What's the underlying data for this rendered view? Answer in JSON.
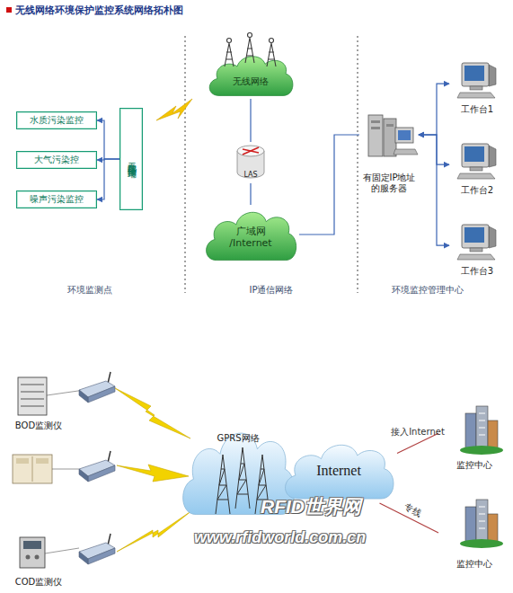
{
  "diagram": {
    "title": "无线网络环境保护监控系统网络拓朴图",
    "nodes": [
      {
        "text": [
          "水质污染监控"
        ]
      },
      {
        "text": [
          "大气污染控"
        ]
      },
      {
        "text": [
          "噪声污染监控"
        ]
      },
      {
        "text": [
          "无线数据传输终端"
        ]
      },
      {
        "text": [
          "无线网络"
        ]
      },
      {
        "text": [
          "LAS"
        ]
      },
      {
        "text": [
          "广域网 /Internet"
        ]
      },
      {
        "text": [
          "有固定IP地址 的服务器"
        ]
      },
      {
        "text": [
          "工作台1"
        ]
      },
      {
        "text": [
          "工作台2"
        ]
      },
      {
        "text": [
          "工作台3"
        ]
      },
      {
        "text": [
          "BOD监测仪"
        ]
      },
      {
        "text": [
          "COD监测仪"
        ]
      },
      {
        "text": [
          "GPRS网络"
        ]
      },
      {
        "text": [
          "Internet"
        ]
      },
      {
        "text": [
          "监控中心"
        ]
      },
      {
        "text": [
          "监控中心"
        ]
      }
    ],
    "edges": [
      {
        "from": 3,
        "to": 0,
        "arrow": "to"
      },
      {
        "from": 3,
        "to": 1,
        "arrow": "to"
      },
      {
        "from": 3,
        "to": 2,
        "arrow": "to"
      },
      {
        "from": 4,
        "to": 5,
        "arrow": "none"
      },
      {
        "from": 5,
        "to": 6,
        "arrow": "none"
      },
      {
        "from": 6,
        "to": 7,
        "arrow": "none"
      },
      {
        "from": 7,
        "to": 8,
        "arrow": "both"
      },
      {
        "from": 7,
        "to": 9,
        "arrow": "both"
      },
      {
        "from": 7,
        "to": 10,
        "arrow": "both"
      },
      {
        "from": 14,
        "to": 15,
        "label": "接入Internet",
        "arrow": "none"
      },
      {
        "from": 14,
        "to": 16,
        "label": "专线",
        "arrow": "none"
      }
    ],
    "labels": [
      "环境监测点",
      "IP通信网络",
      "环境监控管理中心",
      "RFID世界网",
      "www.rfidworld.com.cn"
    ]
  }
}
